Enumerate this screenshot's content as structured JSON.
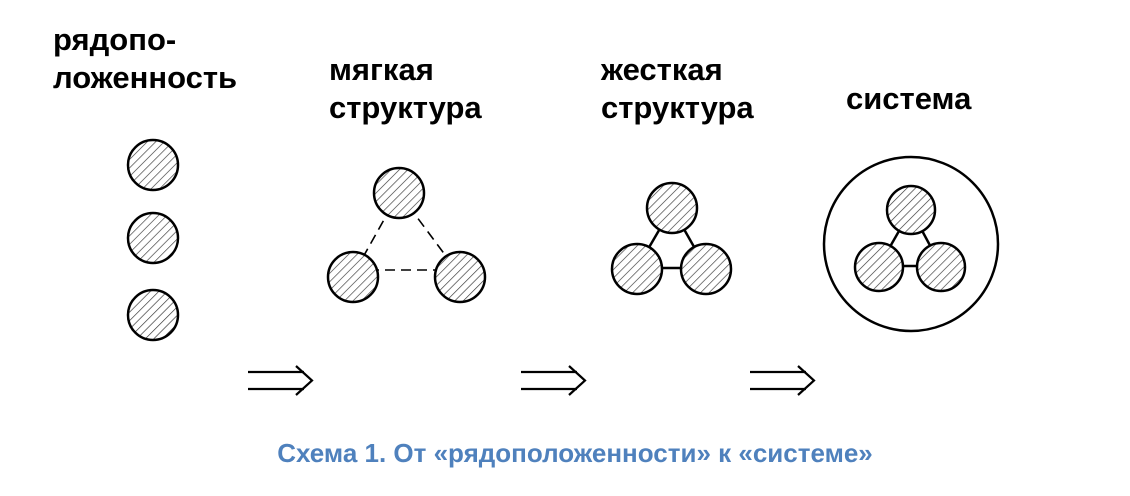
{
  "stages": [
    {
      "lines": [
        "рядопо-",
        "ложенность"
      ]
    },
    {
      "lines": [
        "мягкая",
        "структура"
      ]
    },
    {
      "lines": [
        "жесткая",
        "структура"
      ]
    },
    {
      "lines": [
        "система"
      ]
    }
  ],
  "caption": "Схема 1. От «рядоположенности» к «системе»",
  "colors": {
    "text": "#000000",
    "caption": "#4f81bd",
    "stroke": "#000000",
    "hatch": "#333333",
    "background": "#ffffff"
  }
}
